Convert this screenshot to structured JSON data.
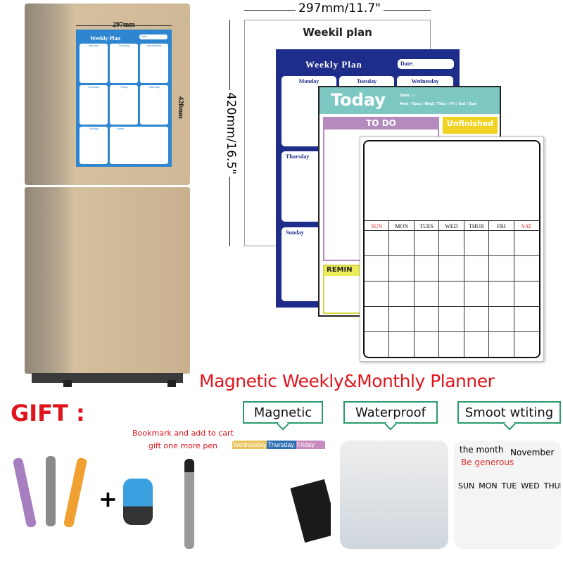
{
  "fridge": {
    "poster": {
      "title": "Weekly Plan",
      "date_label": "Date:",
      "days": [
        "Monday",
        "Tuesday",
        "Wednesday",
        "Thursday",
        "Friday",
        "Saturday",
        "Sunday"
      ],
      "notes_label": "Notes",
      "width_label": "297mm",
      "height_label": "420mm",
      "color": "#2f86d0"
    }
  },
  "dimensions": {
    "width": "297mm/11.7\"",
    "height": "420mm/16.5\""
  },
  "sheets": {
    "weekil": {
      "title": "Weekil plan"
    },
    "weekly": {
      "title": "Weekly Plan",
      "date_label": "Date:",
      "days": [
        "Monday",
        "Tuesday",
        "Wednesday",
        "Thursday",
        "Sunday"
      ],
      "color": "#1f2d8a"
    },
    "today": {
      "title": "Today",
      "date_label": "Date:     /     /",
      "weekdays": "Mon / Tues / Wed / Thur / Fri / Sat / Sun",
      "todo": "TO DO",
      "unfinished": "Unfinished",
      "remind": "REMIN",
      "color": "#7ec8c4"
    },
    "monthly": {
      "days": [
        "SUN",
        "MON",
        "TUES",
        "WED",
        "THUR",
        "FRI",
        "SAT"
      ]
    }
  },
  "headline": "Magnetic Weekly&Monthly Planner",
  "gift": {
    "label": "GIFT :",
    "plus": "+",
    "bookmark_line1": "Bookmark and add to cart",
    "bookmark_line2": "gift one more pen"
  },
  "features": [
    {
      "label": "Magnetic",
      "photo_days": [
        "Wednesday",
        "Thursday",
        "Friday"
      ]
    },
    {
      "label": "Waterproof"
    },
    {
      "label": "Smoot wtiting",
      "photo_text": [
        "the month",
        "November",
        "Be generous",
        "SUN",
        "MON",
        "TUE",
        "WED",
        "THURS"
      ]
    }
  ],
  "colors": {
    "headline": "#e0141c",
    "feature_border": "#2a9a6a"
  }
}
